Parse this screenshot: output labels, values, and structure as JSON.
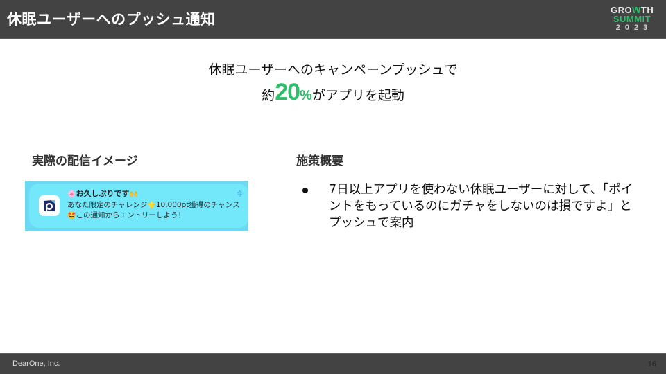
{
  "header": {
    "title": "休眠ユーザーへのプッシュ通知",
    "logo": {
      "line1_a": "GRO",
      "line1_w": "W",
      "line1_b": "TH",
      "line2": "SUMMIT",
      "line3": "2023"
    }
  },
  "headline": {
    "line1": "休眠ユーザーへのキャンペーンプッシュで",
    "line2_prefix": "約",
    "highlight_number": "20",
    "highlight_unit": "%",
    "line2_suffix": "がアプリを起動"
  },
  "left_section": {
    "heading": "実際の配信イメージ",
    "notification": {
      "title_emoji_left": "🌸",
      "title": "お久しぶりです",
      "title_emoji_right": "🙌",
      "time": "今",
      "body_part1": "あなた限定のチャレンジ",
      "body_emoji1": "🌟",
      "body_part2": "10,000pt獲得のチャンス",
      "body_emoji2": "🤩",
      "body_part3": "この通知からエントリーしよう！"
    }
  },
  "right_section": {
    "heading": "施策概要",
    "bullets": [
      {
        "text": "7日以上アプリを使わない休眠ユーザーに対して、「ポイントをもっているのにガチャをしないのは損ですよ」とプッシュで案内"
      }
    ]
  },
  "footer": {
    "company": "DearOne, Inc.",
    "page_number": "16"
  },
  "colors": {
    "header_bg": "#434343",
    "accent_green": "#2ebd6b",
    "notification_bg": "#73e8fb"
  }
}
